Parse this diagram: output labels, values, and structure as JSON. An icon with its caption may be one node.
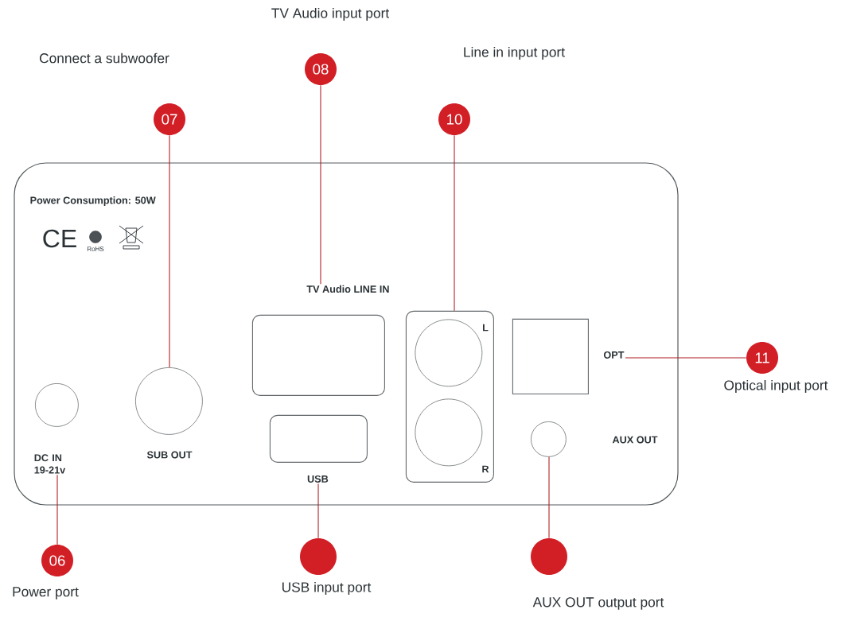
{
  "diagram": {
    "nodes": [
      {
        "text": [
          "Power Consumption: 50W"
        ]
      },
      {
        "text": [],
        "shape": "circle",
        "in": 0
      },
      {
        "text": [
          "DC IN 19-21v"
        ],
        "in": 0
      },
      {
        "text": [],
        "shape": "circle",
        "in": 0
      },
      {
        "text": [
          "TV Audio LINE IN"
        ],
        "in": 0
      },
      {
        "text": [],
        "shape": "box",
        "in": 0
      },
      {
        "text": [],
        "shape": "box",
        "in": 0
      },
      {
        "text": [
          "USB"
        ],
        "in": 0
      },
      {
        "text": [],
        "shape": "box",
        "in": 0
      },
      {
        "text": [],
        "shape": "circle",
        "in": 8
      },
      {
        "text": [],
        "shape": "circle",
        "in": 8
      },
      {
        "text": [],
        "shape": "box",
        "in": 0
      },
      {
        "text": [
          "OPT"
        ],
        "in": 0
      },
      {
        "text": [],
        "shape": "circle",
        "in": 0
      },
      {
        "text": [
          "06"
        ],
        "beside": [
          "Power port"
        ]
      },
      {
        "text": [
          "07"
        ],
        "beside": [
          "Connect a subwoofer"
        ]
      },
      {
        "text": [
          "08"
        ],
        "beside": [
          "TV Audio input port"
        ]
      },
      {
        "text": [
          "10"
        ],
        "beside": [
          "Line in input port"
        ]
      },
      {
        "text": [
          "11"
        ],
        "beside": [
          "Optical input port"
        ]
      },
      {
        "text": [],
        "shape": "circle",
        "beside": [
          "USB input port"
        ]
      },
      {
        "text": [],
        "shape": "circle",
        "beside": [
          "AUX OUT output port"
        ]
      }
    ],
    "edges": [
      {
        "from": 14,
        "to": 2,
        "arrow": "none"
      },
      {
        "from": 15,
        "to": 3,
        "arrow": "none"
      },
      {
        "from": 16,
        "to": 4,
        "arrow": "none"
      },
      {
        "from": 17,
        "to": 8,
        "arrow": "none"
      },
      {
        "from": 18,
        "to": 12,
        "arrow": "none"
      },
      {
        "from": 19,
        "to": 7,
        "arrow": "none"
      },
      {
        "from": 20,
        "to": 13,
        "arrow": "none"
      }
    ],
    "labels": [
      "CE",
      "RoHS",
      "SUB OUT",
      "L",
      "R",
      "AUX OUT"
    ]
  }
}
